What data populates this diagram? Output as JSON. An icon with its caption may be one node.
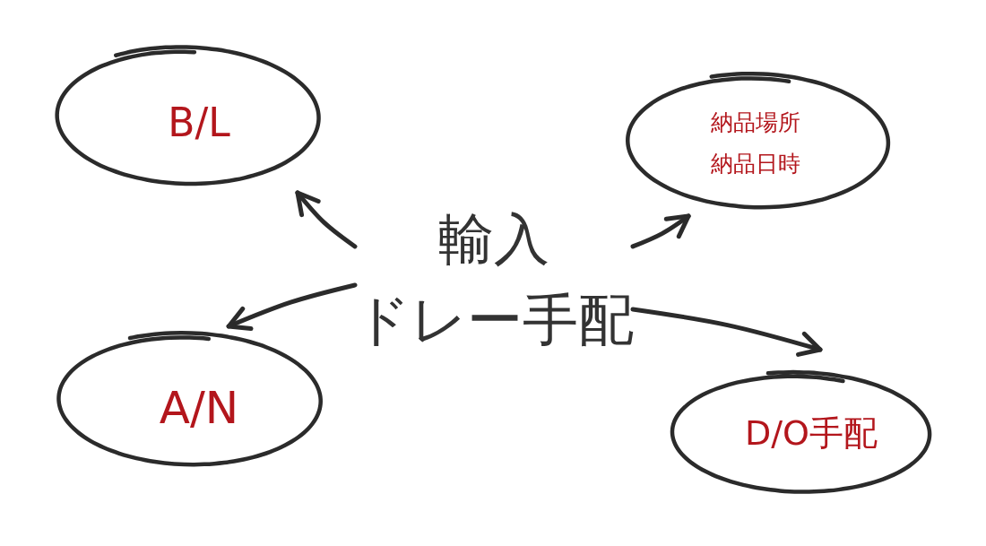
{
  "diagram": {
    "nodes": [
      {
        "text": [
          "B/L"
        ]
      },
      {
        "text": [
          "納品場所",
          "納品日時"
        ]
      },
      {
        "text": [
          "輸入ドレー手配"
        ]
      },
      {
        "text": [
          "A/N"
        ]
      },
      {
        "text": [
          "D/O手配"
        ]
      }
    ],
    "edges": [
      {
        "from": 2,
        "to": 0,
        "arrow": "to"
      },
      {
        "from": 2,
        "to": 1,
        "arrow": "to"
      },
      {
        "from": 2,
        "to": 3,
        "arrow": "to"
      },
      {
        "from": 2,
        "to": 4,
        "arrow": "to"
      }
    ]
  }
}
